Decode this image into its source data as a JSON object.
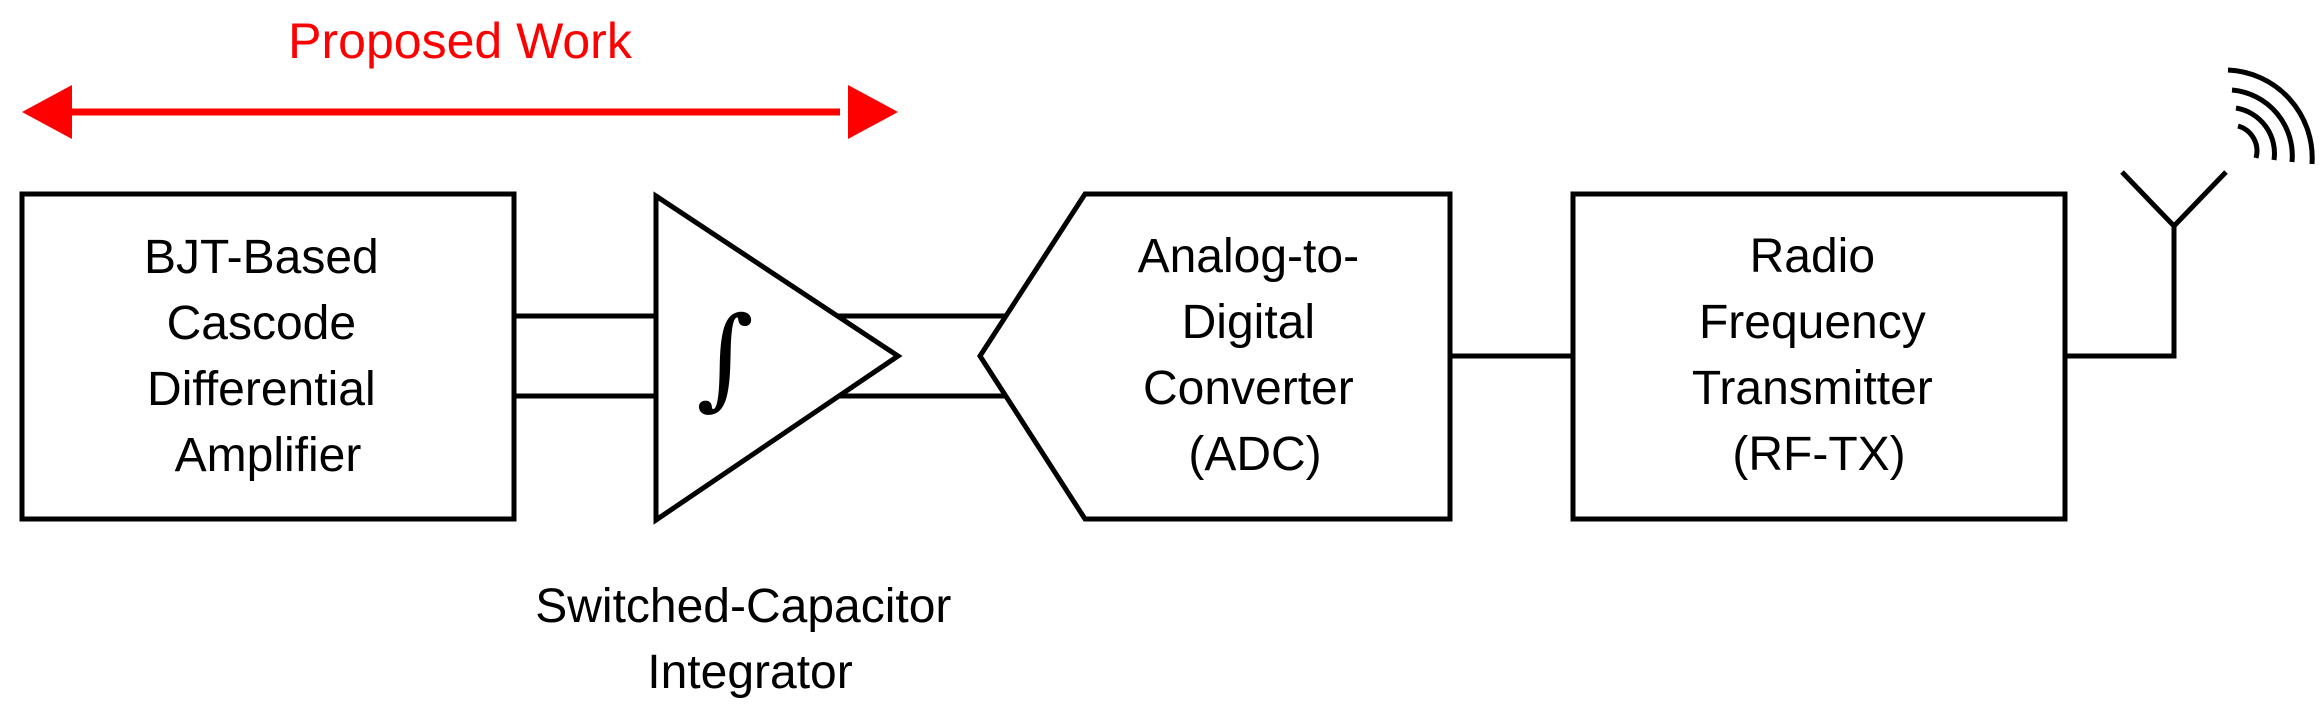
{
  "colors": {
    "proposed_work": "#ff0000",
    "line": "#000000",
    "background": "#ffffff"
  },
  "proposed_work": {
    "label": "Proposed Work"
  },
  "blocks": {
    "amplifier": {
      "lines": [
        "BJT-Based",
        "Cascode",
        "Differential",
        "Amplifier"
      ]
    },
    "integrator": {
      "symbol": "∫",
      "lines": [
        "Switched-Capacitor",
        "Integrator"
      ]
    },
    "adc": {
      "lines": [
        "Analog-to-",
        "Digital",
        "Converter",
        "(ADC)"
      ]
    },
    "transmitter": {
      "lines": [
        "Radio",
        "Frequency",
        "Transmitter",
        "(RF-TX)"
      ]
    }
  },
  "icons": {
    "antenna": "antenna-icon",
    "arrow": "double-arrow-icon"
  }
}
